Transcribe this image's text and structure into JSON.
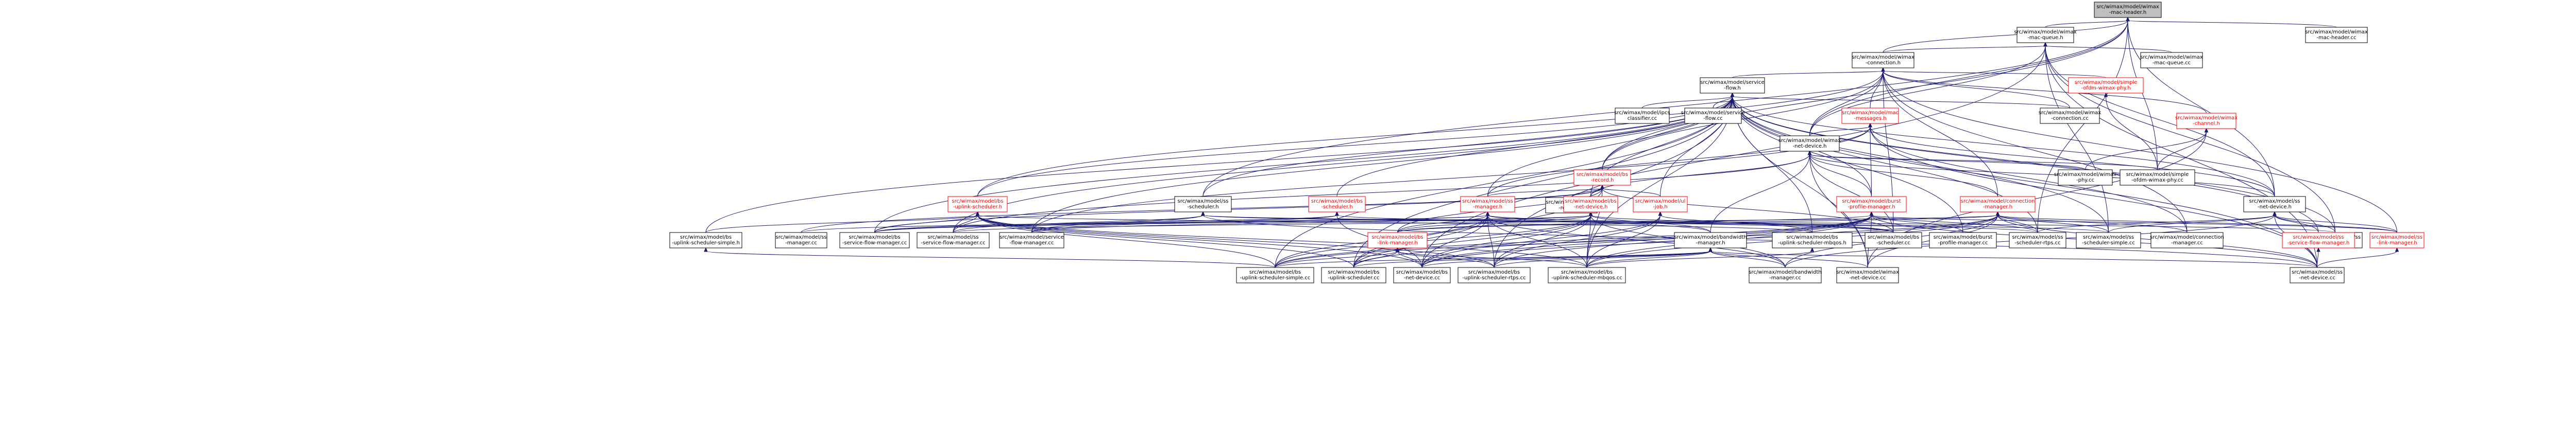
{
  "nodes": [
    {
      "id": "n0",
      "lines": [
        "src/wimax/model/wimax",
        "-mac-header.h"
      ],
      "style": "root"
    },
    {
      "id": "n1",
      "lines": [
        "src/wimax/model/wimax",
        "-mac-queue.h"
      ],
      "style": "normal"
    },
    {
      "id": "n2",
      "lines": [
        "src/wimax/model/wimax",
        "-mac-header.cc"
      ],
      "style": "normal"
    },
    {
      "id": "n3",
      "lines": [
        "src/wimax/model/wimax",
        "-connection.h"
      ],
      "style": "normal"
    },
    {
      "id": "n4",
      "lines": [
        "src/wimax/model/wimax",
        "-mac-queue.cc"
      ],
      "style": "normal"
    },
    {
      "id": "n5",
      "lines": [
        "src/wimax/model/service",
        "-flow.h"
      ],
      "style": "normal"
    },
    {
      "id": "n6",
      "lines": [
        "src/wimax/model/simple",
        "-ofdm-wimax-phy.h"
      ],
      "style": "red"
    },
    {
      "id": "n7",
      "lines": [
        "src/wimax/model/mac",
        "-messages.h"
      ],
      "style": "red"
    },
    {
      "id": "n8",
      "lines": [
        "src/wimax/model/wimax",
        "-net-device.h"
      ],
      "style": "normal"
    },
    {
      "id": "n9",
      "lines": [
        "src/wimax/model/wimax",
        "-channel.h"
      ],
      "style": "red"
    },
    {
      "id": "n10",
      "lines": [
        "src/wimax/model/ipcs",
        "classifier.cc"
      ],
      "style": "normal"
    },
    {
      "id": "n11",
      "lines": [
        "src/wimax/model/service",
        "-flow.cc"
      ],
      "style": "normal"
    },
    {
      "id": "n12",
      "lines": [
        "src/wimax/model/wimax",
        "-connection.cc"
      ],
      "style": "normal"
    },
    {
      "id": "n13",
      "lines": [
        "src/wimax/model/bs",
        "-record.h"
      ],
      "style": "red"
    },
    {
      "id": "n14",
      "lines": [
        "src/wimax/model/wimax",
        "-phy.cc"
      ],
      "style": "normal"
    },
    {
      "id": "n15",
      "lines": [
        "src/wimax/model/simple",
        "-ofdm-wimax-phy.cc"
      ],
      "style": "normal"
    },
    {
      "id": "n16",
      "lines": [
        "src/wimax/model/ss",
        "-net-device.h"
      ],
      "style": "normal"
    },
    {
      "id": "n17",
      "lines": [
        "src/wimax/model/bs",
        "-uplink-scheduler.h"
      ],
      "style": "red"
    },
    {
      "id": "n18",
      "lines": [
        "src/wimax/model/ss",
        "-record.cc"
      ],
      "style": "normal"
    },
    {
      "id": "n19",
      "lines": [
        "src/wimax/model/ss",
        "-scheduler.h"
      ],
      "style": "normal"
    },
    {
      "id": "n20",
      "lines": [
        "src/wimax/model/bs",
        "-scheduler.h"
      ],
      "style": "red"
    },
    {
      "id": "n21",
      "lines": [
        "src/wimax/model/ss",
        "-manager.h"
      ],
      "style": "red"
    },
    {
      "id": "n22",
      "lines": [
        "src/wimax/model/bs",
        "-net-device.h"
      ],
      "style": "red"
    },
    {
      "id": "n23",
      "lines": [
        "src/wimax/model/ul",
        "-job.h"
      ],
      "style": "red"
    },
    {
      "id": "n24",
      "lines": [
        "src/wimax/model/burst",
        "-profile-manager.h"
      ],
      "style": "red"
    },
    {
      "id": "n25",
      "lines": [
        "src/wimax/model/connection",
        "-manager.h"
      ],
      "style": "red"
    },
    {
      "id": "n26",
      "lines": [
        "src/wimax/model/bs",
        "-uplink-scheduler-simple.h"
      ],
      "style": "normal"
    },
    {
      "id": "n27",
      "lines": [
        "src/wimax/model/ss",
        "-manager.cc"
      ],
      "style": "normal"
    },
    {
      "id": "n28",
      "lines": [
        "src/wimax/model/bs",
        "-service-flow-manager.cc"
      ],
      "style": "normal"
    },
    {
      "id": "n29",
      "lines": [
        "src/wimax/model/ss",
        "-service-flow-manager.cc"
      ],
      "style": "normal"
    },
    {
      "id": "n30",
      "lines": [
        "src/wimax/model/service",
        "-flow-manager.cc"
      ],
      "style": "normal"
    },
    {
      "id": "n31",
      "lines": [
        "src/wimax/model/bs",
        "-link-manager.h"
      ],
      "style": "red"
    },
    {
      "id": "n32",
      "lines": [
        "src/wimax/model/bandwidth",
        "-manager.h"
      ],
      "style": "normal"
    },
    {
      "id": "n33",
      "lines": [
        "src/wimax/model/bs",
        "-uplink-scheduler-mbqos.h"
      ],
      "style": "normal"
    },
    {
      "id": "n34",
      "lines": [
        "src/wimax/model/bs",
        "-scheduler.cc"
      ],
      "style": "normal"
    },
    {
      "id": "n35",
      "lines": [
        "src/wimax/model/burst",
        "-profile-manager.cc"
      ],
      "style": "normal"
    },
    {
      "id": "n36",
      "lines": [
        "src/wimax/model/ss",
        "-scheduler-rtps.cc"
      ],
      "style": "normal"
    },
    {
      "id": "n37",
      "lines": [
        "src/wimax/model/ss",
        "-scheduler-simple.cc"
      ],
      "style": "normal"
    },
    {
      "id": "n38",
      "lines": [
        "src/wimax/model/connection",
        "-manager.cc"
      ],
      "style": "normal"
    },
    {
      "id": "n39",
      "lines": [
        "src/wimax/model/ss",
        "-scheduler.cc"
      ],
      "style": "normal"
    },
    {
      "id": "n40",
      "lines": [
        "src/wimax/model/ss",
        "-link-manager.h"
      ],
      "style": "red"
    },
    {
      "id": "n41",
      "lines": [
        "src/wimax/model/ss",
        "-service-flow-manager.h"
      ],
      "style": "red"
    },
    {
      "id": "n42",
      "lines": [
        "src/wimax/model/bs",
        "-uplink-scheduler-simple.cc"
      ],
      "style": "normal"
    },
    {
      "id": "n43",
      "lines": [
        "src/wimax/model/bs",
        "-uplink-scheduler.cc"
      ],
      "style": "normal"
    },
    {
      "id": "n44",
      "lines": [
        "src/wimax/model/bs",
        "-net-device.cc"
      ],
      "style": "normal"
    },
    {
      "id": "n45",
      "lines": [
        "src/wimax/model/bs",
        "-uplink-scheduler-rtps.cc"
      ],
      "style": "normal"
    },
    {
      "id": "n46",
      "lines": [
        "src/wimax/model/bs",
        "-uplink-scheduler-mbqos.cc"
      ],
      "style": "normal"
    },
    {
      "id": "n47",
      "lines": [
        "src/wimax/model/bandwidth",
        "-manager.cc"
      ],
      "style": "normal"
    },
    {
      "id": "n48",
      "lines": [
        "src/wimax/model/wimax",
        "-net-device.cc"
      ],
      "style": "normal"
    },
    {
      "id": "n49",
      "lines": [
        "src/wimax/model/ss",
        "-net-device.cc"
      ],
      "style": "normal"
    }
  ],
  "edges": [
    [
      "n0",
      "n1"
    ],
    [
      "n0",
      "n2"
    ],
    [
      "n0",
      "n3"
    ],
    [
      "n0",
      "n8"
    ],
    [
      "n0",
      "n13"
    ],
    [
      "n0",
      "n16"
    ],
    [
      "n0",
      "n15"
    ],
    [
      "n0",
      "n36"
    ],
    [
      "n0",
      "n19"
    ],
    [
      "n1",
      "n3"
    ],
    [
      "n1",
      "n4"
    ],
    [
      "n1",
      "n8"
    ],
    [
      "n1",
      "n16"
    ],
    [
      "n1",
      "n37"
    ],
    [
      "n1",
      "n39"
    ],
    [
      "n1",
      "n49"
    ],
    [
      "n1",
      "n44"
    ],
    [
      "n3",
      "n5"
    ],
    [
      "n3",
      "n6"
    ],
    [
      "n3",
      "n7"
    ],
    [
      "n3",
      "n8"
    ],
    [
      "n3",
      "n9"
    ],
    [
      "n3",
      "n12"
    ],
    [
      "n3",
      "n13"
    ],
    [
      "n3",
      "n25"
    ],
    [
      "n3",
      "n17"
    ],
    [
      "n3",
      "n34"
    ],
    [
      "n3",
      "n38"
    ],
    [
      "n3",
      "n40"
    ],
    [
      "n5",
      "n10"
    ],
    [
      "n5",
      "n11"
    ],
    [
      "n5",
      "n12"
    ],
    [
      "n5",
      "n13"
    ],
    [
      "n5",
      "n16"
    ],
    [
      "n5",
      "n17"
    ],
    [
      "n5",
      "n19"
    ],
    [
      "n5",
      "n20"
    ],
    [
      "n5",
      "n21"
    ],
    [
      "n5",
      "n22"
    ],
    [
      "n5",
      "n23"
    ],
    [
      "n5",
      "n24"
    ],
    [
      "n5",
      "n26"
    ],
    [
      "n5",
      "n28"
    ],
    [
      "n5",
      "n29"
    ],
    [
      "n5",
      "n30"
    ],
    [
      "n5",
      "n33"
    ],
    [
      "n5",
      "n35"
    ],
    [
      "n5",
      "n36"
    ],
    [
      "n5",
      "n37"
    ],
    [
      "n5",
      "n39"
    ],
    [
      "n5",
      "n41"
    ],
    [
      "n5",
      "n42"
    ],
    [
      "n5",
      "n43"
    ],
    [
      "n5",
      "n45"
    ],
    [
      "n5",
      "n46"
    ],
    [
      "n5",
      "n48"
    ],
    [
      "n5",
      "n49"
    ],
    [
      "n6",
      "n15"
    ],
    [
      "n7",
      "n8"
    ],
    [
      "n7",
      "n16"
    ],
    [
      "n7",
      "n21"
    ],
    [
      "n7",
      "n24"
    ],
    [
      "n7",
      "n38"
    ],
    [
      "n7",
      "n30"
    ],
    [
      "n7",
      "n49"
    ],
    [
      "n8",
      "n14"
    ],
    [
      "n8",
      "n15"
    ],
    [
      "n8",
      "n16"
    ],
    [
      "n8",
      "n22"
    ],
    [
      "n8",
      "n24"
    ],
    [
      "n8",
      "n25"
    ],
    [
      "n8",
      "n29"
    ],
    [
      "n8",
      "n32"
    ],
    [
      "n8",
      "n34"
    ],
    [
      "n8",
      "n48"
    ],
    [
      "n9",
      "n14"
    ],
    [
      "n9",
      "n15"
    ],
    [
      "n9",
      "n48"
    ],
    [
      "n13",
      "n18"
    ],
    [
      "n13",
      "n21"
    ],
    [
      "n13",
      "n22"
    ],
    [
      "n13",
      "n23"
    ],
    [
      "n13",
      "n27"
    ],
    [
      "n13",
      "n28"
    ],
    [
      "n13",
      "n31"
    ],
    [
      "n13",
      "n34"
    ],
    [
      "n13",
      "n43"
    ],
    [
      "n13",
      "n46"
    ],
    [
      "n16",
      "n36"
    ],
    [
      "n16",
      "n37"
    ],
    [
      "n16",
      "n39"
    ],
    [
      "n16",
      "n40"
    ],
    [
      "n16",
      "n41"
    ],
    [
      "n16",
      "n47"
    ],
    [
      "n16",
      "n49"
    ],
    [
      "n17",
      "n26"
    ],
    [
      "n17",
      "n28"
    ],
    [
      "n17",
      "n29"
    ],
    [
      "n17",
      "n33"
    ],
    [
      "n17",
      "n42"
    ],
    [
      "n17",
      "n43"
    ],
    [
      "n17",
      "n44"
    ],
    [
      "n17",
      "n45"
    ],
    [
      "n17",
      "n46"
    ],
    [
      "n19",
      "n29"
    ],
    [
      "n19",
      "n30"
    ],
    [
      "n19",
      "n36"
    ],
    [
      "n19",
      "n37"
    ],
    [
      "n19",
      "n39"
    ],
    [
      "n19",
      "n49"
    ],
    [
      "n20",
      "n28"
    ],
    [
      "n20",
      "n30"
    ],
    [
      "n20",
      "n34"
    ],
    [
      "n20",
      "n44"
    ],
    [
      "n21",
      "n27"
    ],
    [
      "n21",
      "n28"
    ],
    [
      "n21",
      "n31"
    ],
    [
      "n21",
      "n32"
    ],
    [
      "n21",
      "n34"
    ],
    [
      "n21",
      "n42"
    ],
    [
      "n21",
      "n43"
    ],
    [
      "n21",
      "n44"
    ],
    [
      "n21",
      "n45"
    ],
    [
      "n21",
      "n46"
    ],
    [
      "n21",
      "n47"
    ],
    [
      "n22",
      "n28"
    ],
    [
      "n22",
      "n30"
    ],
    [
      "n22",
      "n31"
    ],
    [
      "n22",
      "n32"
    ],
    [
      "n22",
      "n34"
    ],
    [
      "n22",
      "n42"
    ],
    [
      "n22",
      "n43"
    ],
    [
      "n22",
      "n44"
    ],
    [
      "n22",
      "n45"
    ],
    [
      "n22",
      "n46"
    ],
    [
      "n22",
      "n47"
    ],
    [
      "n23",
      "n33"
    ],
    [
      "n23",
      "n44"
    ],
    [
      "n23",
      "n45"
    ],
    [
      "n23",
      "n46"
    ],
    [
      "n24",
      "n31"
    ],
    [
      "n24",
      "n35"
    ],
    [
      "n24",
      "n36"
    ],
    [
      "n24",
      "n40"
    ],
    [
      "n24",
      "n42"
    ],
    [
      "n24",
      "n43"
    ],
    [
      "n24",
      "n44"
    ],
    [
      "n24",
      "n45"
    ],
    [
      "n24",
      "n46"
    ],
    [
      "n24",
      "n48"
    ],
    [
      "n24",
      "n49"
    ],
    [
      "n25",
      "n29"
    ],
    [
      "n25",
      "n31"
    ],
    [
      "n25",
      "n36"
    ],
    [
      "n25",
      "n37"
    ],
    [
      "n25",
      "n38"
    ],
    [
      "n25",
      "n40"
    ],
    [
      "n25",
      "n42"
    ],
    [
      "n25",
      "n44"
    ],
    [
      "n25",
      "n46"
    ],
    [
      "n25",
      "n47"
    ],
    [
      "n25",
      "n48"
    ],
    [
      "n25",
      "n49"
    ],
    [
      "n26",
      "n42"
    ],
    [
      "n31",
      "n42"
    ],
    [
      "n31",
      "n43"
    ],
    [
      "n31",
      "n44"
    ],
    [
      "n31",
      "n45"
    ],
    [
      "n31",
      "n46"
    ],
    [
      "n32",
      "n42"
    ],
    [
      "n32",
      "n43"
    ],
    [
      "n32",
      "n44"
    ],
    [
      "n32",
      "n45"
    ],
    [
      "n32",
      "n46"
    ],
    [
      "n32",
      "n47"
    ],
    [
      "n32",
      "n48"
    ],
    [
      "n32",
      "n49"
    ],
    [
      "n33",
      "n46"
    ],
    [
      "n40",
      "n49"
    ],
    [
      "n41",
      "n49"
    ]
  ]
}
